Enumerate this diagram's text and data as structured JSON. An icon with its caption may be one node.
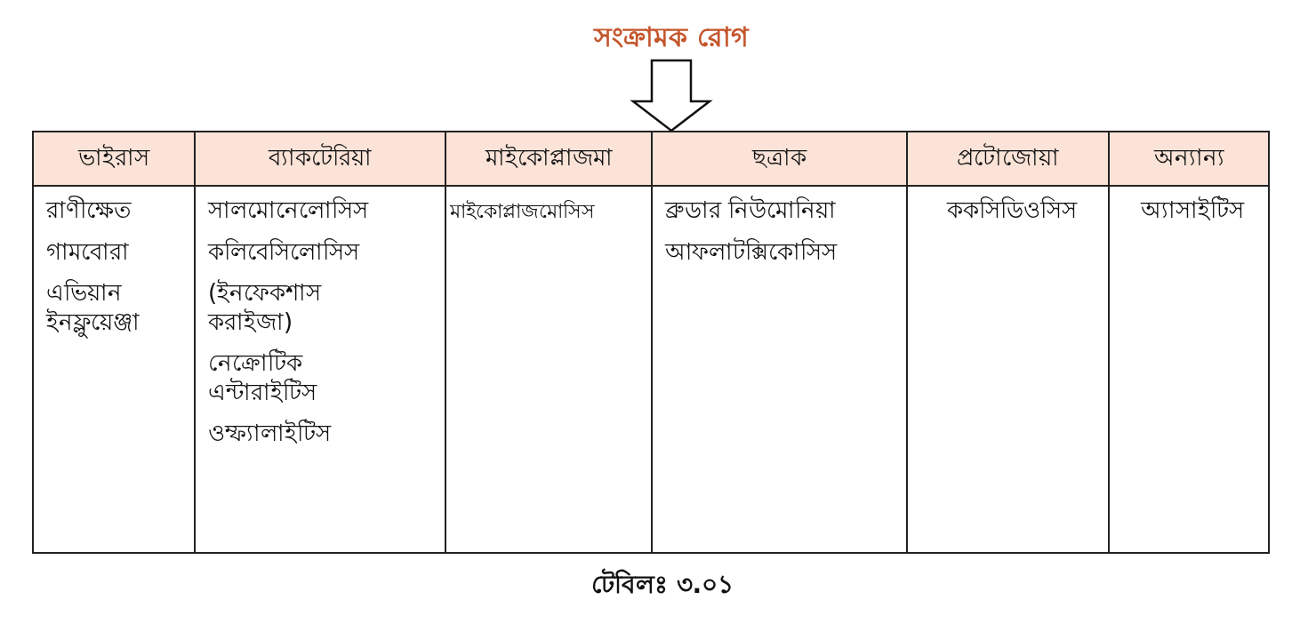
{
  "diagram": {
    "caption": "টেবিলঃ ৩.০১",
    "nodes": [
      {
        "text": [
          "সংক্রামক রোগ"
        ]
      },
      {
        "text": [],
        "shape": "box"
      }
    ],
    "edges": [
      {
        "from": 0,
        "to": 1,
        "arrow": "to"
      }
    ],
    "labels": [
      "ভাইরাস",
      "ব্যাকটেরিয়া",
      "মাইকোপ্লাজমা",
      "ছত্রাক",
      "প্রটোজোয়া",
      "অন্যান্য",
      "রাণীক্ষেত",
      "গামবোরা",
      "এভিয়ান ইনফ্লুয়েঞ্জা",
      "সালমোনেলোসিস",
      "কলিবেসিলোসিস",
      "(ইনফেকশাস করাইজা)",
      "নেক্রোটিক এন্টারাইটিস",
      "ওম্ফ্যালাইটিস",
      "মাইকোপ্লাজমোসিস",
      "ব্রুডার নিউমোনিয়া",
      "আফলাটক্সিকোসিস",
      "ককসিডিওসিস",
      "অ্যাসাইটিস"
    ]
  }
}
